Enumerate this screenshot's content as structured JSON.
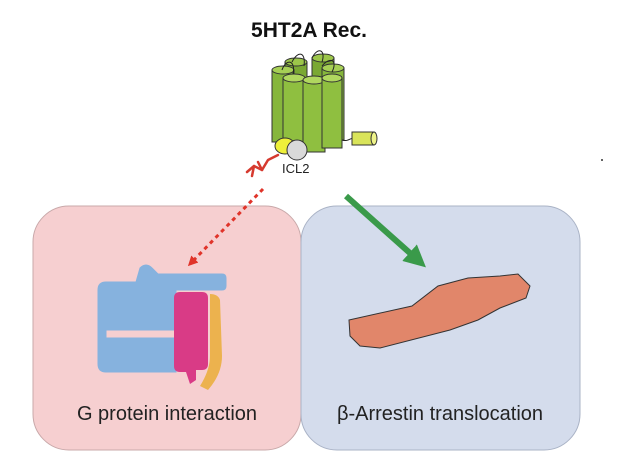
{
  "title": "5HT2A Rec.",
  "receptor": {
    "loop_label": "ICL2"
  },
  "panels": {
    "left": {
      "caption": "G protein interaction"
    },
    "right": {
      "caption": "β-Arrestin translocation"
    }
  },
  "colors": {
    "left_panel_fill": "#f6cfd0",
    "right_panel_fill": "#d4dcec",
    "helix_green": "#8ab83a",
    "helix_dark_green": "#6f9a2a",
    "small_helix_yellow": "#d9e45a",
    "ligand_red": "#d63a2f",
    "dotted_arrow_red": "#e0342a",
    "solid_arrow_green": "#3a9a4a",
    "g_alpha_blue": "#86b2de",
    "g_beta_magenta": "#d93b86",
    "g_gamma_orange": "#ecb24e",
    "arrestin_salmon": "#e1866a"
  }
}
